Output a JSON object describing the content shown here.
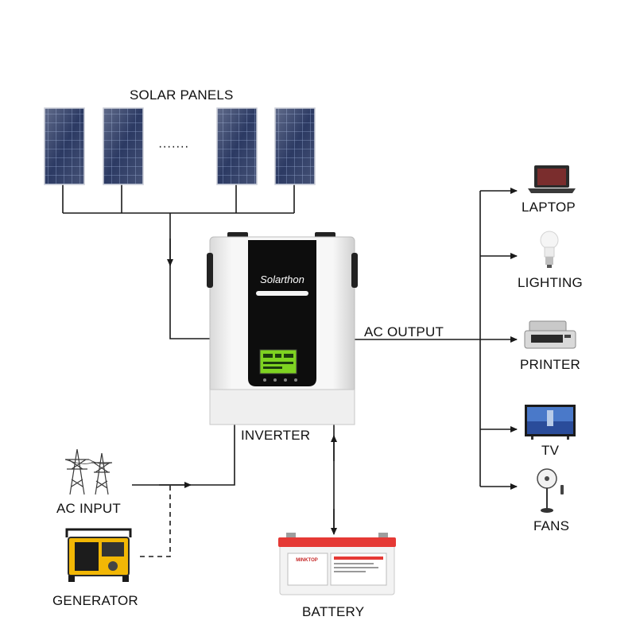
{
  "labels": {
    "solar_panels": "SOLAR PANELS",
    "ellipsis": "·······",
    "ac_output": "AC OUTPUT",
    "inverter": "INVERTER",
    "ac_input": "AC INPUT",
    "generator": "GENERATOR",
    "battery": "BATTERY"
  },
  "inverter_brand": "Solarthon",
  "battery_brand": "MINKTOP",
  "loads": [
    {
      "label": "LAPTOP",
      "icon": "laptop-icon"
    },
    {
      "label": "LIGHTING",
      "icon": "light-bulb-icon"
    },
    {
      "label": "PRINTER",
      "icon": "printer-icon"
    },
    {
      "label": "TV",
      "icon": "tv-icon"
    },
    {
      "label": "FANS",
      "icon": "fan-icon"
    }
  ],
  "colors": {
    "line": "#1a1a1a",
    "panel": "#2c3a63",
    "inverter_body": "#f2f2f2",
    "inverter_face": "#0d0d0d",
    "lcd": "#7ed321",
    "generator": "#f2b705",
    "battery_top": "#e53935"
  }
}
